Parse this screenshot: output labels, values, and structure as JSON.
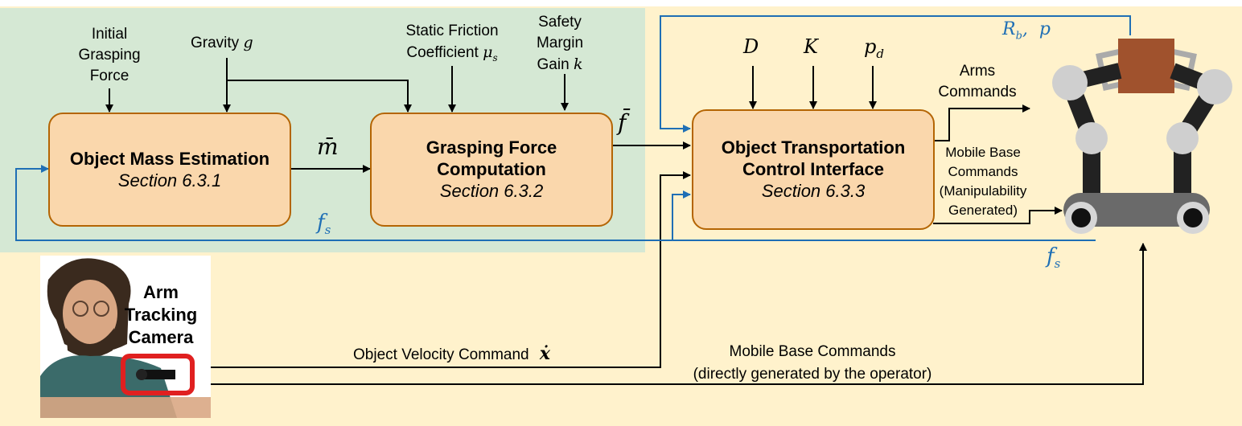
{
  "blocks": {
    "mass": {
      "title": "Object Mass Estimation",
      "section": "Section 6.3.1"
    },
    "grasp": {
      "title_line1": "Grasping Force",
      "title_line2": "Computation",
      "section": "Section 6.3.2"
    },
    "transport": {
      "title_line1": "Object Transportation",
      "title_line2": "Control Interface",
      "section": "Section 6.3.3"
    }
  },
  "inputs": {
    "initial_force": [
      "Initial",
      "Grasping",
      "Force"
    ],
    "gravity": {
      "text": "Gravity",
      "symbol": "g"
    },
    "friction": {
      "line1": "Static Friction",
      "line2_text": "Coefficient",
      "symbol": "μ",
      "subscript": "s"
    },
    "safety": {
      "line1": "Safety",
      "line2": "Margin",
      "line3_text": "Gain",
      "symbol": "k"
    },
    "D": "D",
    "K": "K",
    "pd": {
      "symbol": "p",
      "subscript": "d"
    }
  },
  "signals": {
    "m_bar": "m̄",
    "f_bar": "f̄",
    "fs_left": {
      "symbol": "f",
      "subscript": "s"
    },
    "fs_right": {
      "symbol": "f",
      "subscript": "s"
    },
    "Rb_p": {
      "symbol": "R",
      "subscript": "b",
      "rest": ",  p"
    },
    "arms": [
      "Arms",
      "Commands"
    ],
    "mobile": [
      "Mobile Base",
      "Commands",
      "(Manipulability",
      "Generated)"
    ],
    "velocity": {
      "text": "Object Velocity Command",
      "symbol": "ẋ"
    },
    "mobile_direct": [
      "Mobile Base Commands",
      "(directly generated by the operator)"
    ]
  },
  "camera": {
    "title": [
      "Arm",
      "Tracking",
      "Camera"
    ]
  },
  "colors": {
    "green_region": "#d5e8d4",
    "yellow_region": "#fff2cc",
    "block_fill": "#fad7ac",
    "block_stroke": "#b46504",
    "feedback_blue": "#1f6fb5",
    "camera_box": "#e02020",
    "robot_box": "#a0522d"
  },
  "icons": [
    "robot-icon",
    "operator-photo",
    "camera-icon"
  ]
}
